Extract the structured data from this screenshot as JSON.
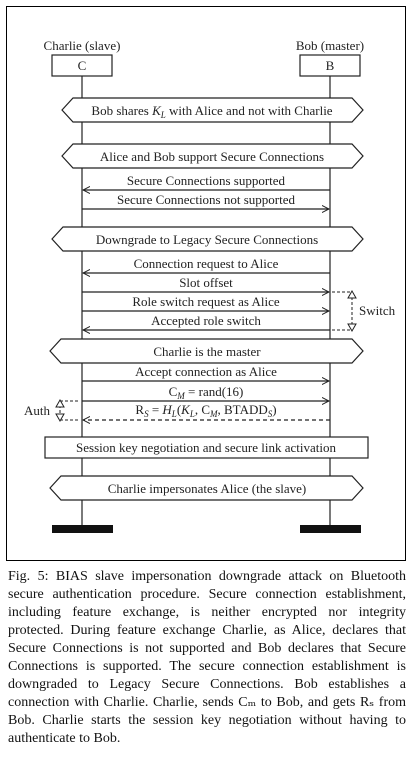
{
  "participants": {
    "left": {
      "name": "Charlie (slave)",
      "short": "C"
    },
    "right": {
      "name": "Bob (master)",
      "short": "B"
    }
  },
  "banners": [
    "Bob shares K_L with Alice and not with Charlie",
    "Alice and Bob support Secure Connections",
    "Downgrade to Legacy Secure Connections",
    "Charlie is the master",
    "Charlie impersonates Alice (the slave)"
  ],
  "boxes": [
    "Session key negotiation and secure link activation"
  ],
  "messages": [
    {
      "label": "Secure Connections supported",
      "dir": "right-to-left",
      "style": "solid"
    },
    {
      "label": "Secure Connections not supported",
      "dir": "left-to-right",
      "style": "solid"
    },
    {
      "label": "Connection request to Alice",
      "dir": "right-to-left",
      "style": "solid"
    },
    {
      "label": "Slot offset",
      "dir": "left-to-right",
      "style": "solid"
    },
    {
      "label": "Role switch request as Alice",
      "dir": "left-to-right",
      "style": "solid"
    },
    {
      "label": "Accepted role switch",
      "dir": "right-to-left",
      "style": "solid"
    },
    {
      "label": "Accept connection as Alice",
      "dir": "left-to-right",
      "style": "solid"
    },
    {
      "label": "C_M = rand(16)",
      "dir": "left-to-right",
      "style": "solid"
    },
    {
      "label": "R_S = H_L(K_L, C_M, BTADD_S)",
      "dir": "right-to-left",
      "style": "dashed"
    }
  ],
  "side_labels": {
    "switch": "Switch",
    "auth": "Auth"
  },
  "caption": "Fig. 5: BIAS slave impersonation downgrade attack on Bluetooth secure authentication procedure. Secure connection establishment, including feature exchange, is neither encrypted nor integrity protected. During feature exchange Charlie, as Alice, declares that Secure Connections is not supported and Bob declares that Secure Connections is supported. The secure connection establishment is downgraded to Legacy Secure Connections. Bob establishes a connection with Charlie. Charlie, sends C_M to Bob, and gets R_S from Bob. Charlie starts the session key negotiation without having to authenticate to Bob."
}
